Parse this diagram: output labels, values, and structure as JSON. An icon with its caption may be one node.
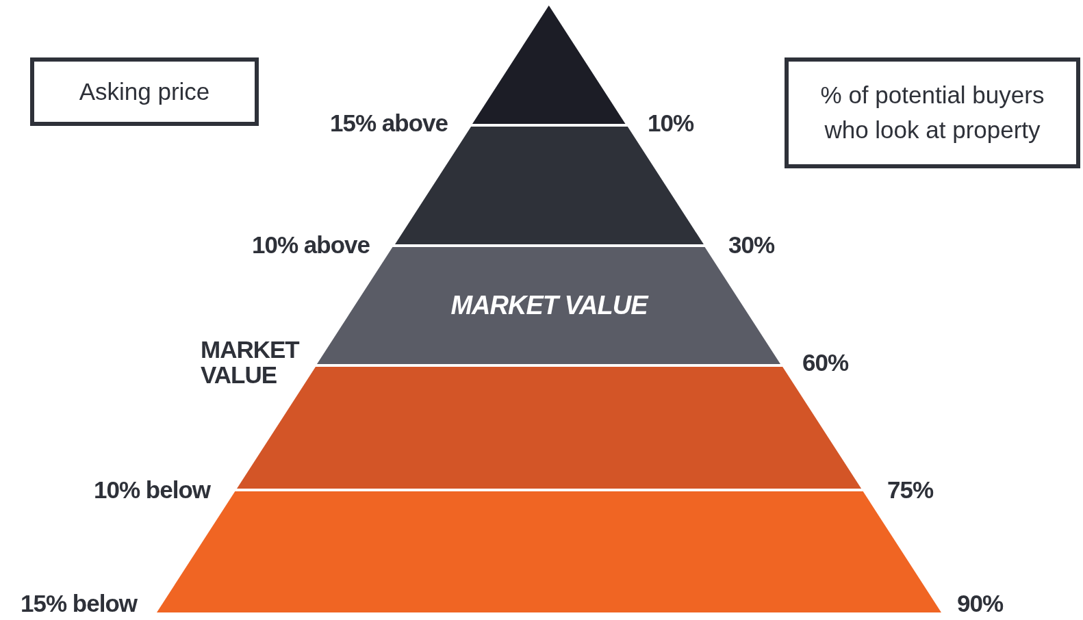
{
  "diagram": {
    "nodes": [
      {
        "text": [
          "Asking price"
        ]
      },
      {
        "text": [
          "% of potential buyers who look at property"
        ]
      },
      {
        "text": [],
        "shape": "triangle"
      },
      {
        "text": [],
        "shape": "trapezoid"
      },
      {
        "text": [
          "MARKET VALUE"
        ]
      },
      {
        "text": [],
        "shape": "trapezoid"
      },
      {
        "text": [],
        "shape": "trapezoid"
      }
    ],
    "edges": [],
    "labels": [
      "15% above",
      "10%",
      "10% above",
      "30%",
      "MARKET VALUE",
      "60%",
      "10% below",
      "75%",
      "15% below",
      "90%"
    ]
  }
}
